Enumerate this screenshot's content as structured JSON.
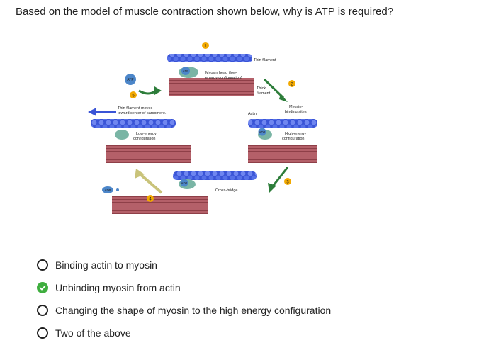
{
  "question": "Based on the model of muscle contraction shown below, why is ATP is required?",
  "diagram": {
    "labels": {
      "thin_filament": "Thin filament",
      "myosin_head_1": "Myosin head (low-",
      "myosin_head_2": "energy configuration)",
      "thick_1": "Thick",
      "thick_2": "filament",
      "moves_1": "Thin filament moves",
      "moves_2": "toward center of sarcomere.",
      "actin": "Actin",
      "binding_1": "Myosin-",
      "binding_2": "binding sites",
      "low_1": "Low-energy",
      "low_2": "configuration",
      "high_1": "High-energy",
      "high_2": "configuration",
      "cross_bridge": "Cross-bridge"
    },
    "molecules": {
      "atp": "ATP",
      "adp": "ADP"
    },
    "steps": [
      "1",
      "2",
      "3",
      "4",
      "5"
    ]
  },
  "options": [
    {
      "label": "Binding actin to myosin",
      "selected": false
    },
    {
      "label": "Unbinding myosin from actin",
      "selected": true
    },
    {
      "label": "Changing the shape of myosin to the high energy configuration",
      "selected": false
    },
    {
      "label": "Two of the above",
      "selected": false
    }
  ],
  "colors": {
    "accent_check": "#3fae3f",
    "thin_filament": "#3a54d6",
    "thick_filament": "#a5525a",
    "myosin_head": "#7ab5a5",
    "step_badge": "#f2a900",
    "arrow_green": "#2d7d3a"
  }
}
